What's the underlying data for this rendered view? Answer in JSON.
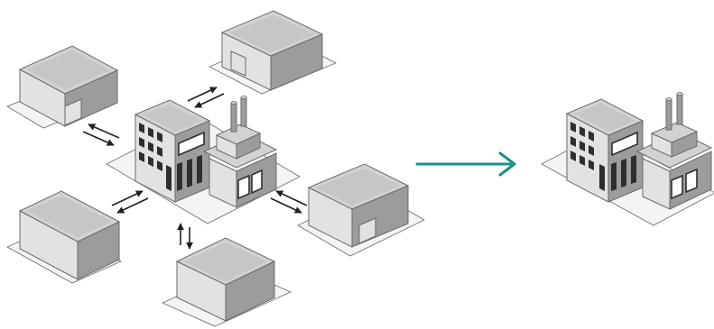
{
  "diagram": {
    "satellite_buildings": [
      {
        "id": "top-left",
        "kind": "warehouse"
      },
      {
        "id": "top-center",
        "kind": "warehouse"
      },
      {
        "id": "middle-right",
        "kind": "warehouse"
      },
      {
        "id": "bottom-left",
        "kind": "box"
      },
      {
        "id": "bottom-center",
        "kind": "box"
      }
    ],
    "central_building": {
      "kind": "factory"
    },
    "result_building": {
      "kind": "factory"
    },
    "exchange_arrows": 5,
    "transition_arrow": {
      "direction": "right"
    }
  },
  "colors": {
    "background": "#ffffff",
    "roof_top": "#d2d2d2",
    "roof_inner": "#c6c6c6",
    "wall_light": "#e2e2e2",
    "wall_dark": "#9c9c9c",
    "edge": "#6a6a6a",
    "window": "#2e2e2e",
    "ground": "#f4f4f4",
    "arrow": "#1f1f1f",
    "transition_arrow": "#1e9186"
  }
}
